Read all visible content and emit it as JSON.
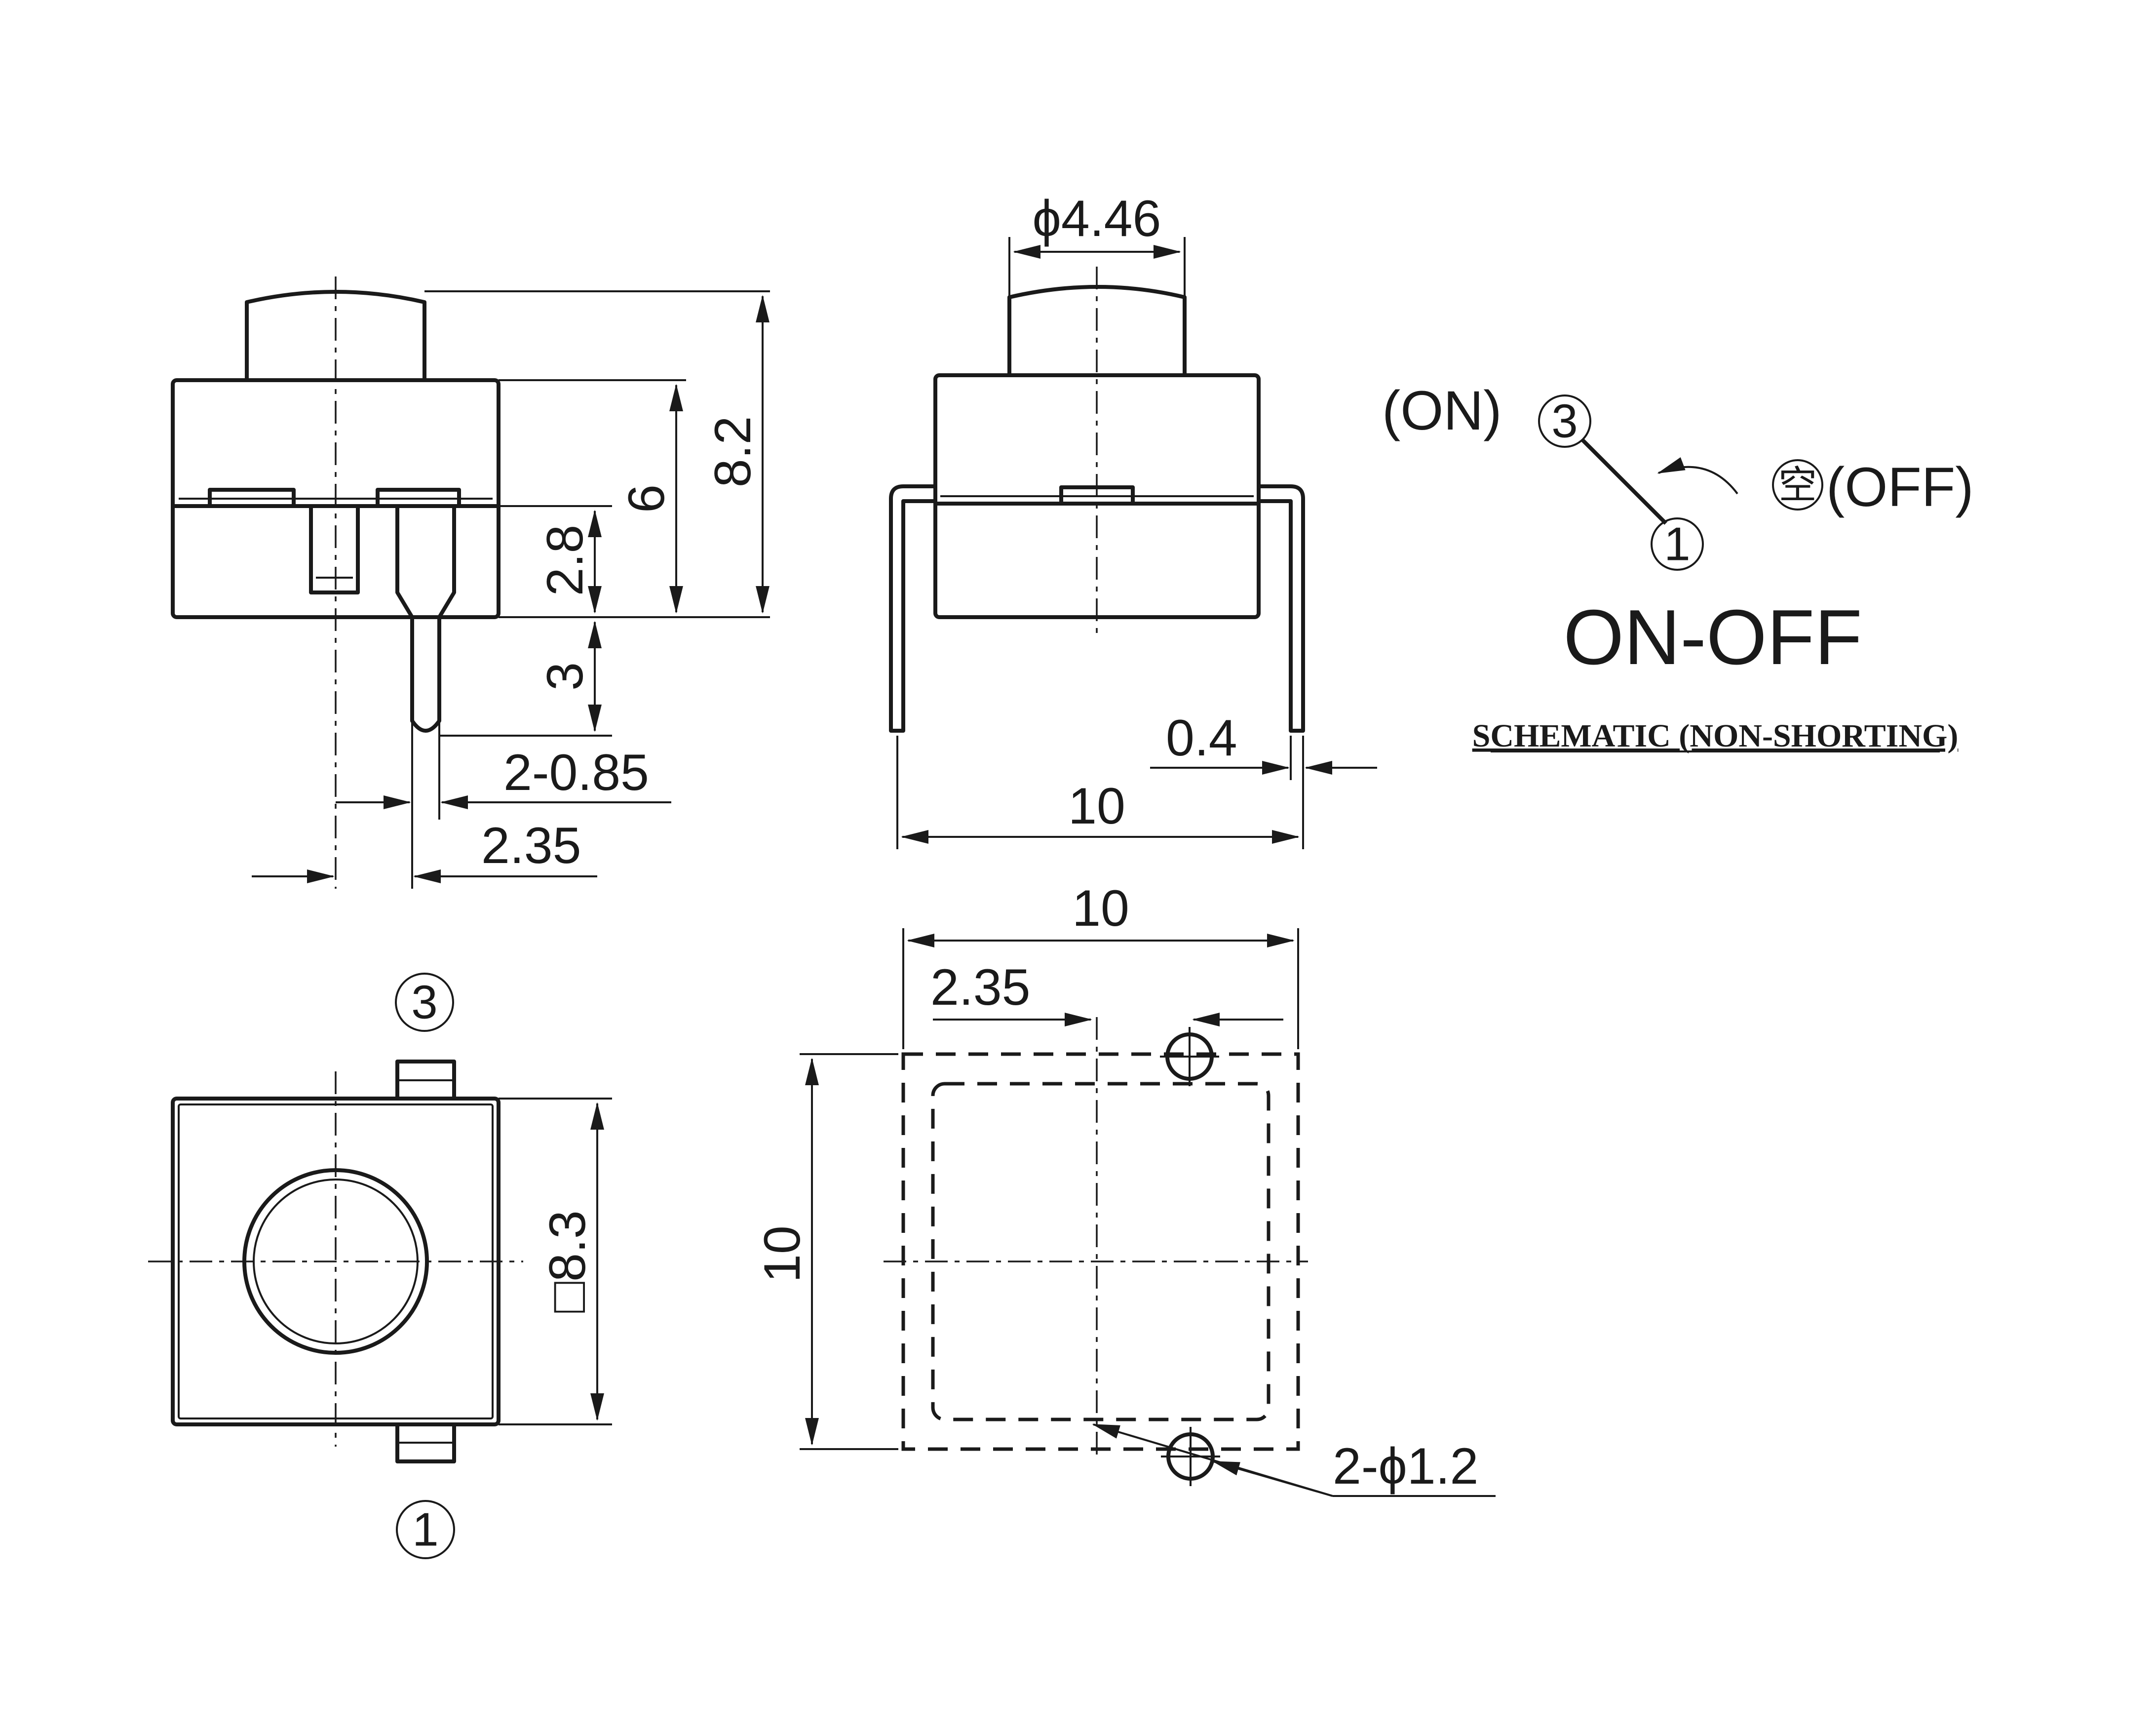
{
  "front_view": {
    "dims": {
      "height_total": "8.2",
      "height_body": "6",
      "height_lower": "2.8",
      "pin_length": "3",
      "pin_width": "2-0.85",
      "pin_offset": "2.35"
    }
  },
  "side_view": {
    "dims": {
      "button_diameter": "ϕ4.46",
      "pin_thickness": "0.4",
      "pin_span": "10"
    }
  },
  "top_view": {
    "pin_top": "3",
    "pin_bottom": "1",
    "body_size": "□8.3"
  },
  "footprint": {
    "width": "10",
    "height": "10",
    "hole_offset": "2.35",
    "holes": "2-ϕ1.2"
  },
  "schematic": {
    "on_label": "(ON)",
    "off_label": "(OFF)",
    "pin_on": "3",
    "pin_common": "1",
    "off_symbol": "空",
    "mode": "ON-OFF",
    "caption": "SCHEMATIC (NON-SHORTING)"
  }
}
